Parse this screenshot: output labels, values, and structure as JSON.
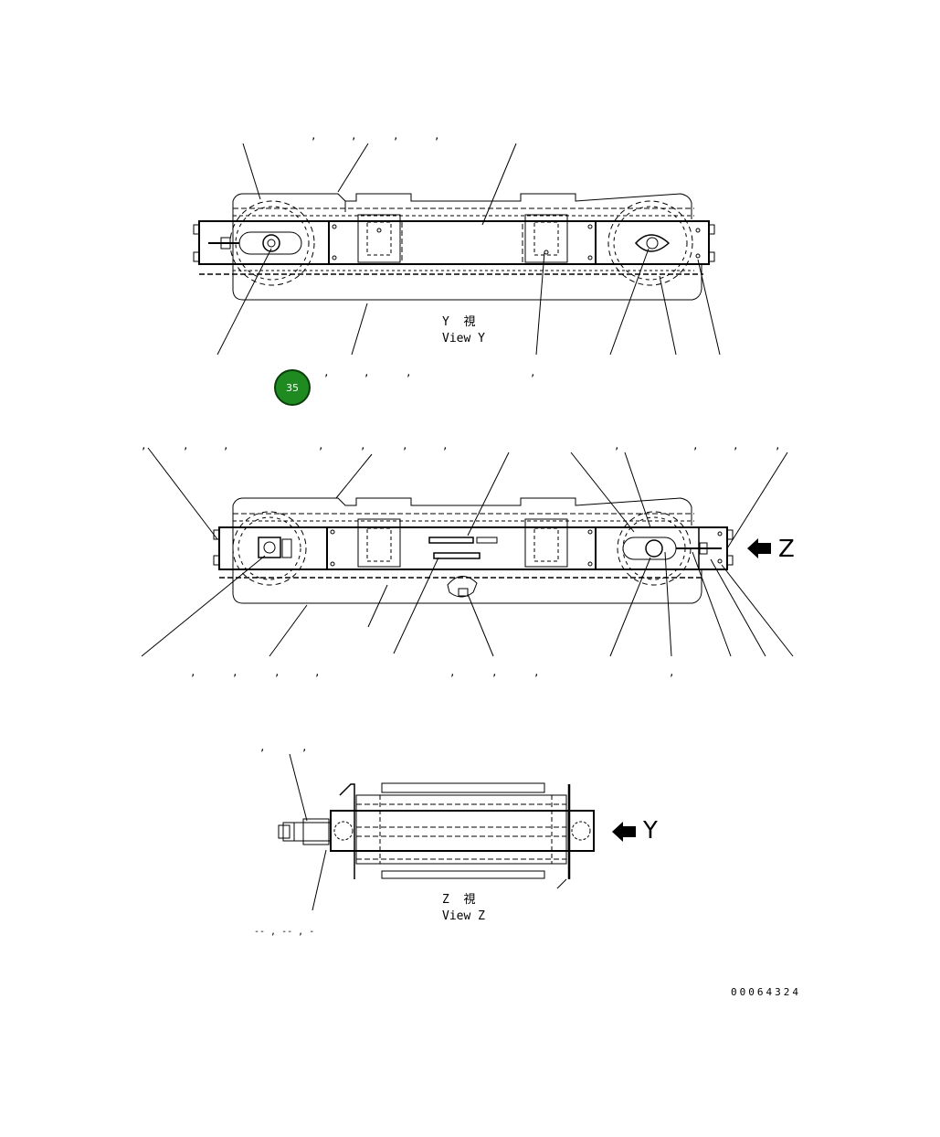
{
  "diagram": {
    "view_y": {
      "caption_ja": "Y  視",
      "caption_en": "View Y"
    },
    "view_z": {
      "caption_ja": "Z  視",
      "caption_en": "View Z"
    },
    "arrow_z_letter": "Z",
    "arrow_y_letter": "Y",
    "callout_badge": "35",
    "part_code": "00064324",
    "dash_note": "-- , -- , -",
    "comma": ","
  },
  "colors": {
    "line": "#000000",
    "badge_fill": "#1f8a1f",
    "badge_border": "#0b3d0b",
    "badge_text": "#ffffff"
  }
}
